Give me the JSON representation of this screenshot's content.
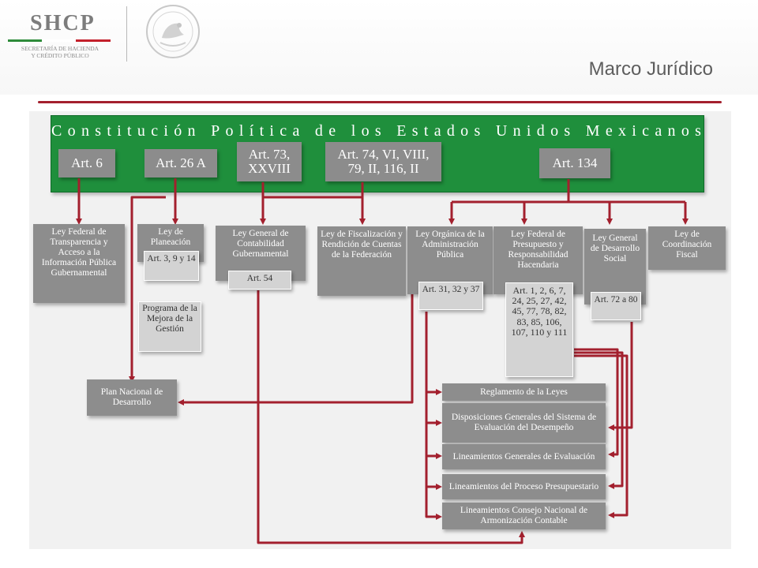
{
  "header": {
    "logo_text": "SHCP",
    "logo_subtitle_1": "SECRETARÍA DE HACIENDA",
    "logo_subtitle_2": "Y CRÉDITO PÚBLICO",
    "page_title": "Marco Jurídico"
  },
  "constitution": {
    "title": "Constitución Política de los Estados Unidos Mexicanos",
    "articles": [
      "Art. 6",
      "Art. 26 A",
      "Art. 73, XXVIII",
      "Art. 74, VI, VIII, 79, II, 116, II",
      "Art. 134"
    ]
  },
  "laws": [
    "Ley Federal de Transparencia y Acceso a la Información Pública Gubernamental",
    "Ley de Planeación",
    "Ley General de Contabilidad Gubernamental",
    "Ley de Fiscalización y Rendición de Cuentas de la Federación",
    "Ley Orgánica de la Administración Pública",
    "Ley Federal de Presupuesto y Responsabilidad Hacendaria",
    "Ley General de Desarrollo Social",
    "Ley de Coordinación Fiscal"
  ],
  "law_articles": {
    "planeacion": "Art. 3, 9 y 14",
    "contabilidad": "Art. 54",
    "organica": "Art. 31, 32 y 37",
    "presupuesto": "Art. 1, 2, 6, 7, 24, 25, 27, 42, 45, 77, 78, 82, 83, 85, 106, 107, 110 y 111",
    "desarrollo_social": "Art. 72 a 80"
  },
  "programa": "Programa de la Mejora de la Gestión",
  "plan": "Plan Nacional de Desarrollo",
  "regulations": [
    "Reglamento de la Leyes",
    "Disposiciones Generales del Sistema de Evaluación del Desempeño",
    "Lineamientos Generales de Evaluación",
    "Lineamientos del Proceso Presupuestario",
    "Lineamientos Consejo Nacional de Armonización Contable"
  ],
  "colors": {
    "banner_green": "#1f8f3c",
    "box_gray": "#8d8d8d",
    "arrow_red": "#a3202e",
    "rule_red": "#a3202e"
  }
}
